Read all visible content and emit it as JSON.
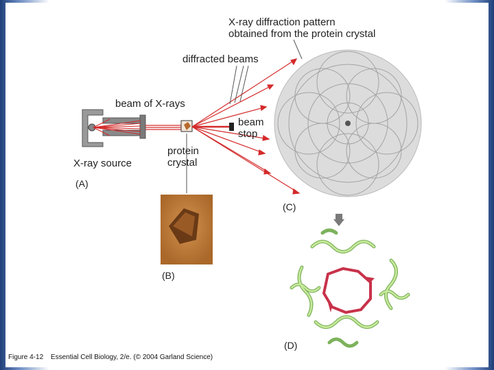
{
  "labels": {
    "diffraction_pattern_line1": "X-ray diffraction pattern",
    "diffraction_pattern_line2": "obtained from the protein crystal",
    "diffracted_beams": "diffracted beams",
    "beam_of_xrays": "beam of X-rays",
    "beam_stop_line1": "beam",
    "beam_stop_line2": "stop",
    "xray_source": "X-ray source",
    "protein_crystal_line1": "protein",
    "protein_crystal_line2": "crystal"
  },
  "panels": {
    "a": "(A)",
    "b": "(B)",
    "c": "(C)",
    "d": "(D)"
  },
  "caption": {
    "figure": "Figure 4-12",
    "source": "Essential Cell Biology, 2/e. (© 2004 Garland Science)"
  },
  "colors": {
    "beam": "#d42a2a",
    "helix": "#8fc96a",
    "sheet": "#c8324a",
    "crystal": "#c87a34"
  }
}
